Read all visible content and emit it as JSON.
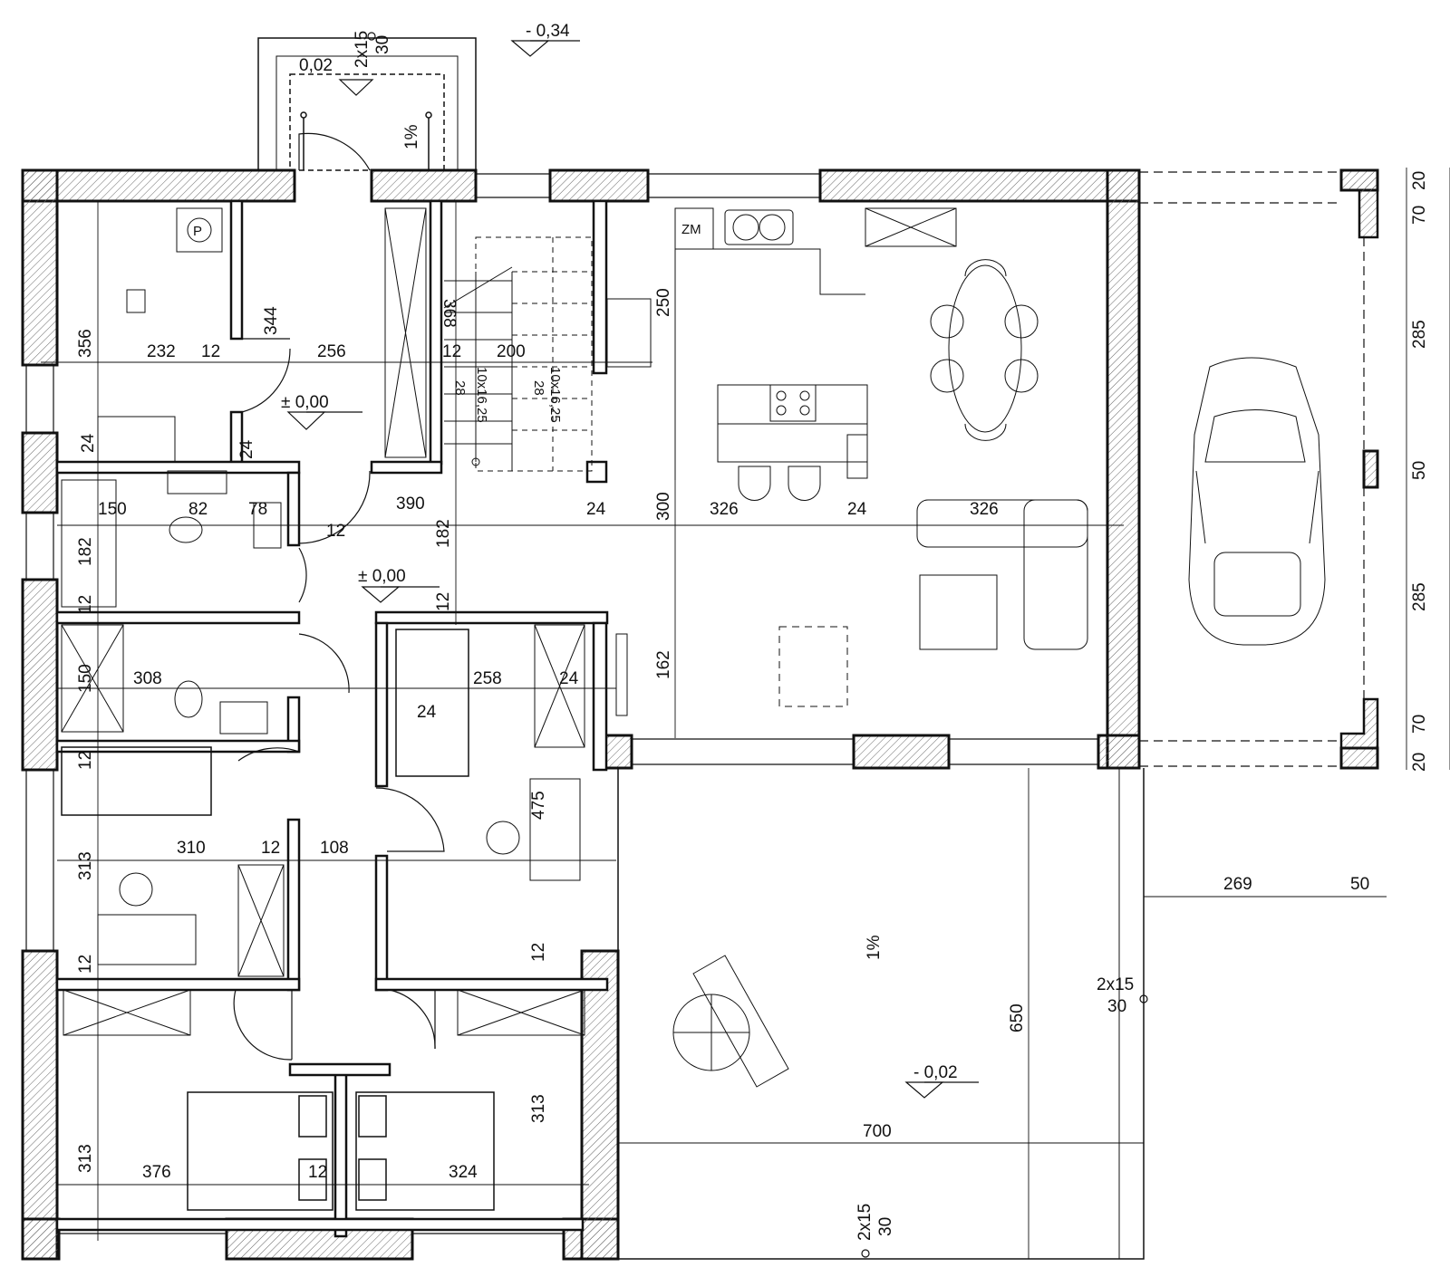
{
  "colors": {
    "ink": "#111111",
    "wall_fill": "#ffffff",
    "hatch": "#555555",
    "paper": "#ffffff"
  },
  "icons": [
    "boiler-icon",
    "ventilation-icon",
    "stove-icon",
    "car-icon",
    "umbrella-icon",
    "sunbed-icon",
    "bed-icon",
    "chair-icon",
    "sofa-icon",
    "table-icon",
    "toilet-icon",
    "sink-icon",
    "washer-icon",
    "fridge-icon"
  ],
  "labels": {
    "boiler": "P",
    "fridge": "ZM",
    "stairs_a": "10x16,25",
    "stairs_b": "10x16,25",
    "stairs_tread_a": "28",
    "stairs_tread_b": "28",
    "slope_entry": "1%",
    "slope_terrace": "1%",
    "steps_top_a": "2x15",
    "steps_top_b": "30",
    "steps_right_a": "2x15",
    "steps_right_b": "30",
    "steps_bottom_a": "2x15",
    "steps_bottom_b": "30"
  },
  "levels": {
    "outside_top": "- 0,34",
    "porch": "0,02",
    "hall_top": "± 0,00",
    "hall_mid": "± 0,00",
    "terrace": "- 0,02"
  },
  "dimensions": {
    "tech_height": "356",
    "tech_width": "232",
    "wall_a": "12",
    "hall_width": "256",
    "wall_b": "12",
    "stair_width": "200",
    "door_344": "344",
    "stair_368": "368",
    "kitchen_250": "250",
    "wc_24a": "24",
    "wc_24b": "24",
    "bath_150": "150",
    "bath_82": "82",
    "bath_78": "78",
    "bath_12": "12",
    "hall_390": "390",
    "hall_182v": "182",
    "bath_182v": "182",
    "wall_12v": "12",
    "living_24a": "24",
    "living_300": "300",
    "living_326a": "326",
    "living_24b": "24",
    "living_326b": "326",
    "living_162": "162",
    "bath2_12": "12",
    "bath2_150": "150",
    "bath2_308": "308",
    "wall_12c": "12",
    "wardrobe_258": "258",
    "wardrobe_24": "24",
    "wardrobe_24b": "24",
    "bed1_12": "12",
    "office_475": "475",
    "room_313a": "313",
    "room_310": "310",
    "wall_12d": "12",
    "hall_108": "108",
    "wall_12e": "12",
    "wall_12f": "12",
    "room_313b": "313",
    "room_313c": "313",
    "room_376": "376",
    "wall_12g": "12",
    "room_324": "324",
    "terrace_650": "650",
    "terrace_700": "700",
    "garage_269": "269",
    "garage_50": "50",
    "side_20a": "20",
    "side_70a": "70",
    "side_285a": "285",
    "side_50": "50",
    "side_285b": "285",
    "side_70b": "70",
    "side_20b": "20"
  }
}
